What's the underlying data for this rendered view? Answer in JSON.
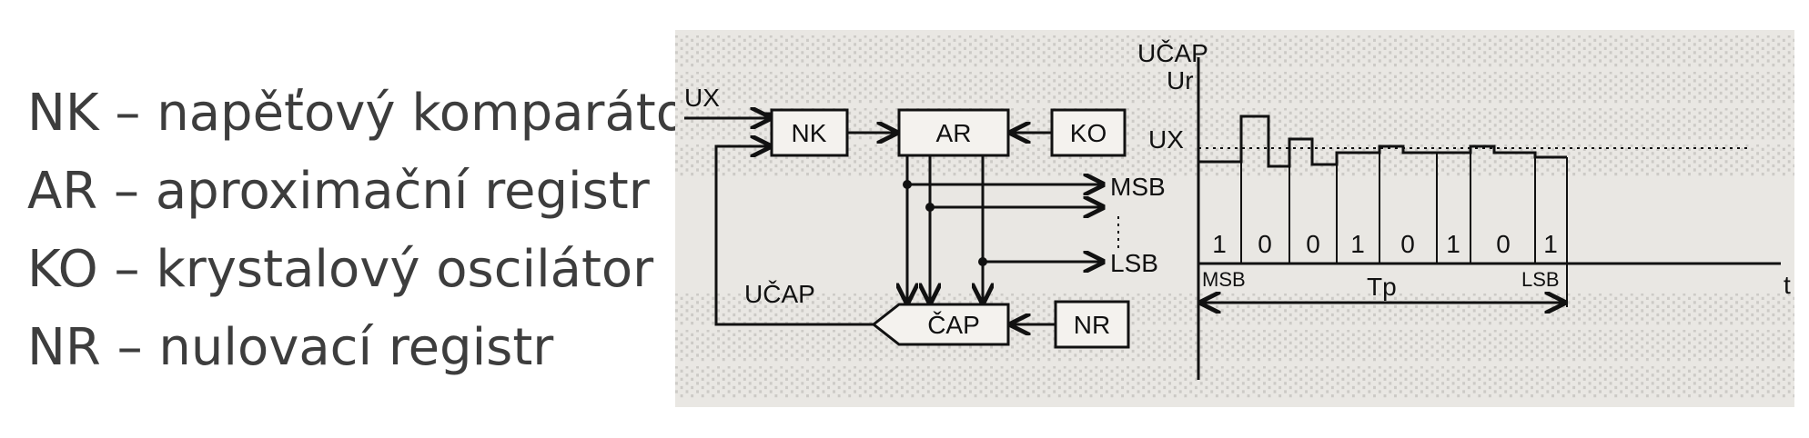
{
  "legend": [
    "NK – napěťový komparátor",
    "AR – aproximační registr",
    "KO – krystalový oscilátor",
    "NR – nulovací registr"
  ],
  "block_diagram": {
    "input_label": "UX",
    "blocks": {
      "nk": "NK",
      "ar": "AR",
      "ko": "KO",
      "cap": "ČAP",
      "nr": "NR"
    },
    "outputs": {
      "msb": "MSB",
      "lsb": "LSB"
    },
    "feedback_label": "UČAP"
  },
  "timing": {
    "y_label_1": "UČAP",
    "y_label_2": "Ur",
    "ux_label": "UX",
    "bits": [
      "1",
      "0",
      "0",
      "1",
      "0",
      "1",
      "0",
      "1"
    ],
    "msb_label": "MSB",
    "lsb_label": "LSB",
    "t_label": "t",
    "tp_label": "Tp"
  }
}
